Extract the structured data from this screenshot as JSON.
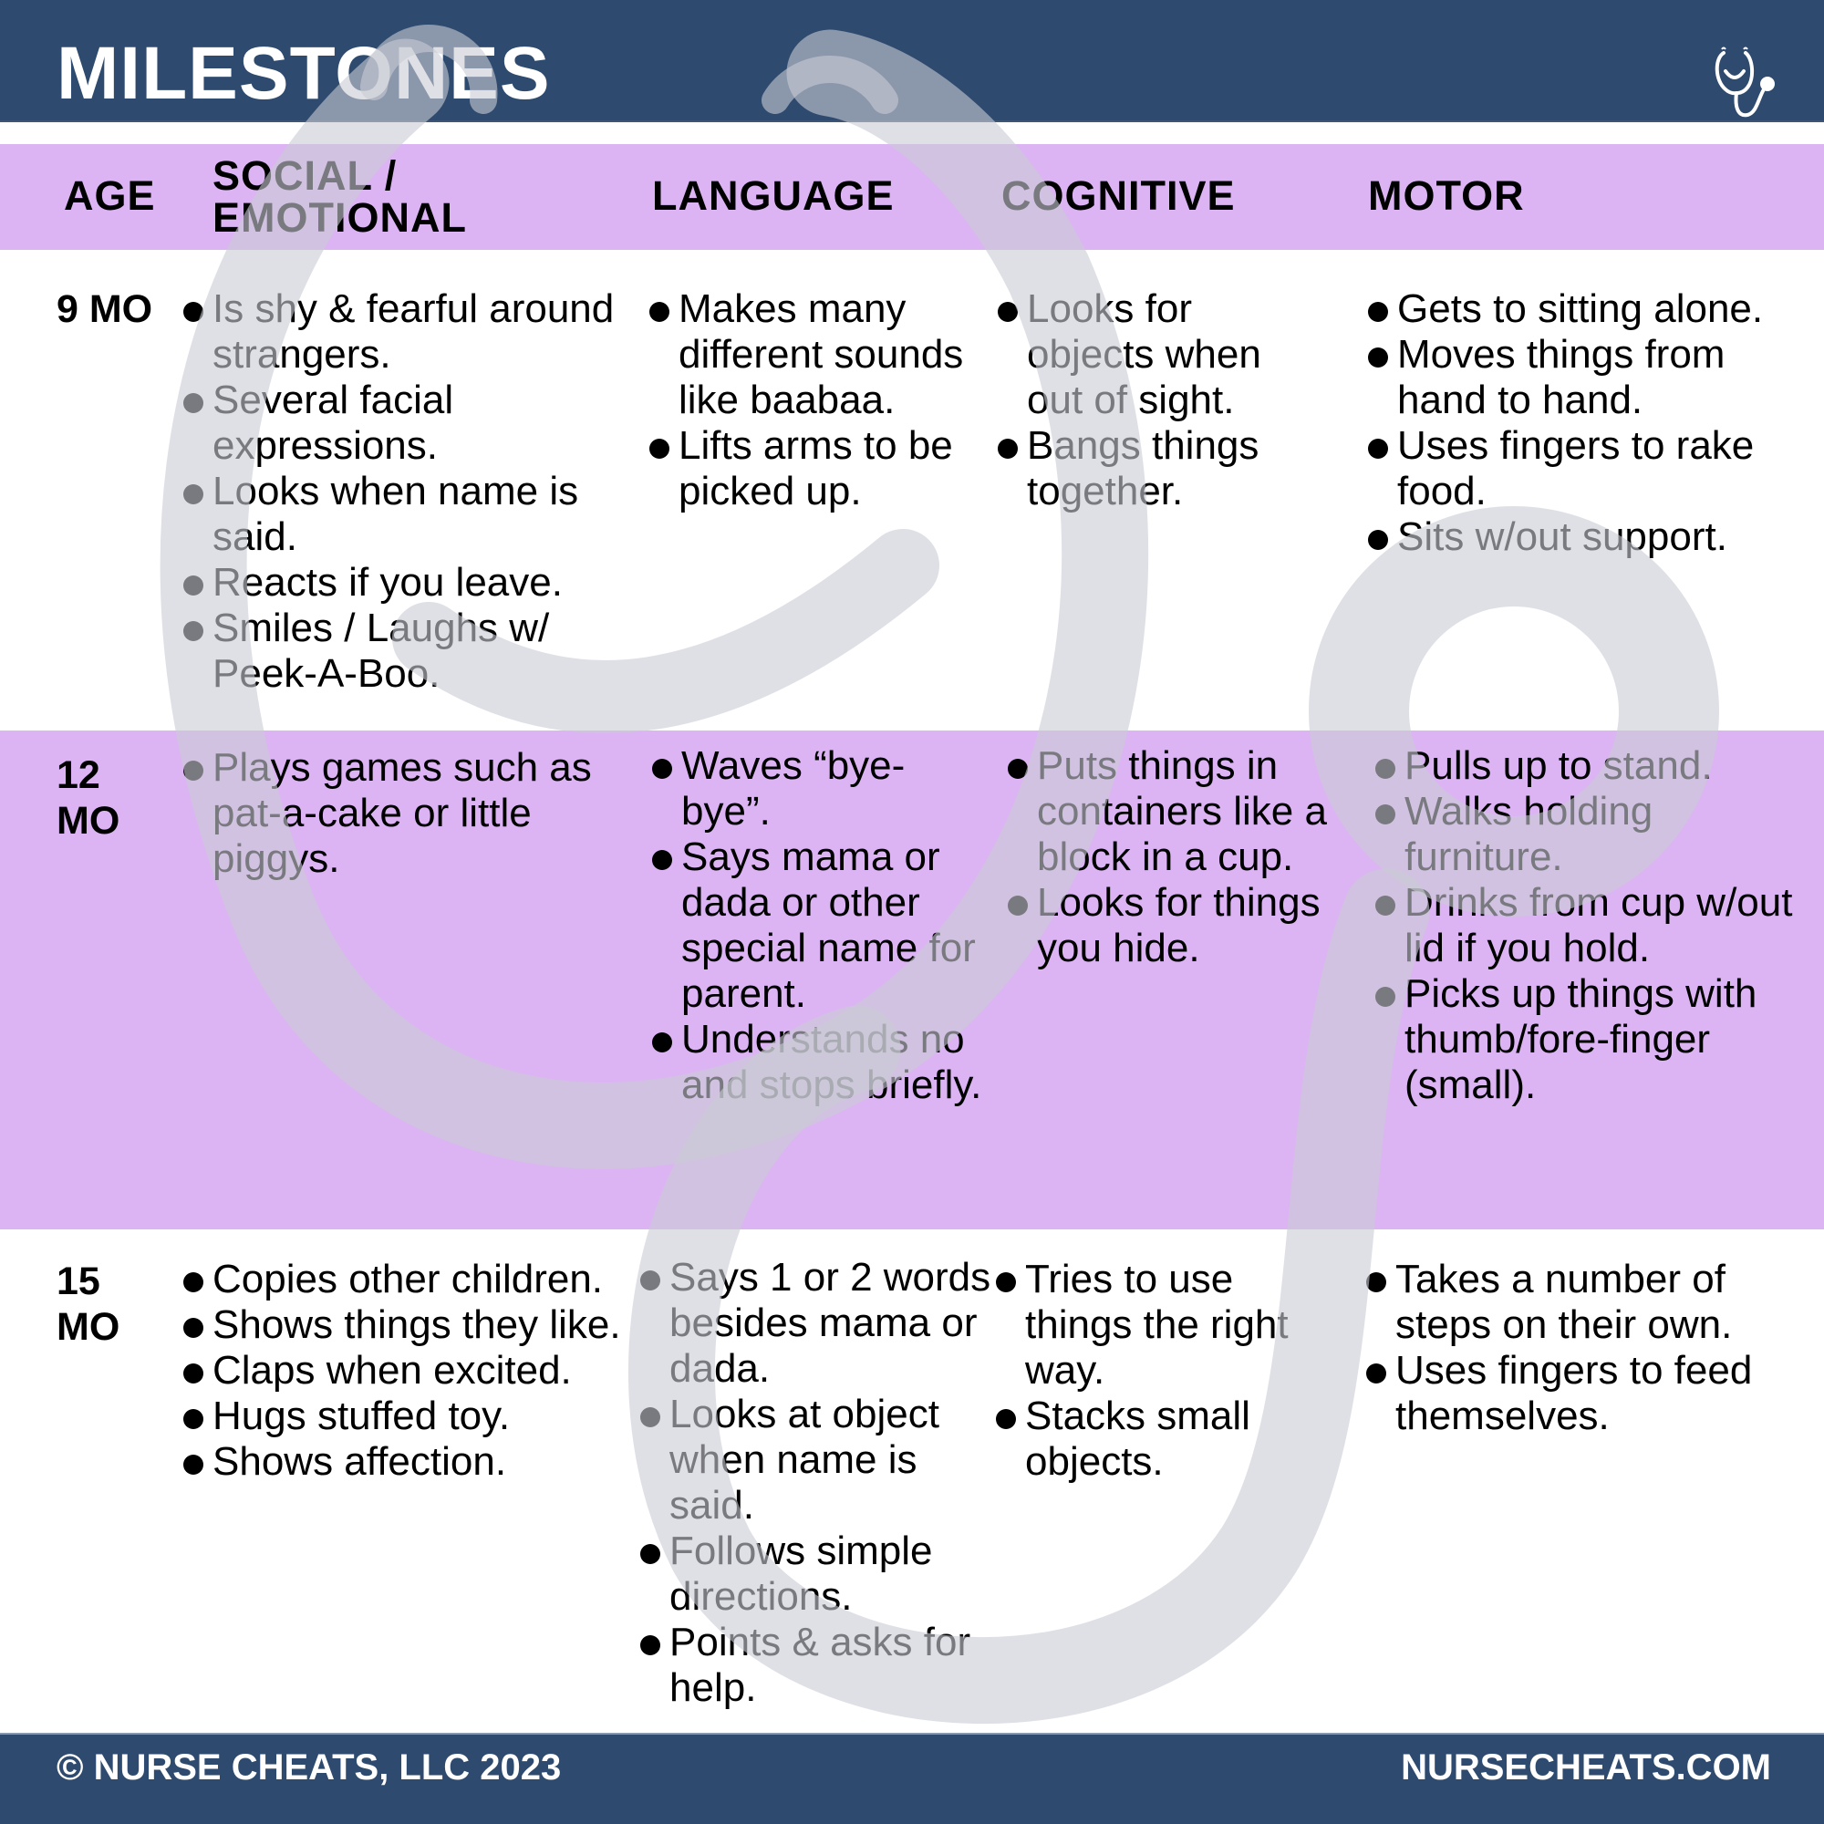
{
  "header": {
    "title": "MILESTONES",
    "logo_icon": "stethoscope-smile-icon"
  },
  "columns": {
    "age": "AGE",
    "social_line1": "SOCIAL /",
    "social_line2": "EMOTIONAL",
    "language": "LANGUAGE",
    "cognitive": "COGNITIVE",
    "motor": "MOTOR"
  },
  "rows": [
    {
      "age_line1": "9 MO",
      "age_line2": "",
      "social": [
        "Is shy & fearful around strangers.",
        "Several facial expressions.",
        "Looks when name is said.",
        "Reacts if you leave.",
        "Smiles / Laughs w/ Peek-A-Boo."
      ],
      "language": [
        "Makes many different sounds like baabaa.",
        "Lifts arms to be picked up."
      ],
      "cognitive": [
        "Looks for objects when out of sight.",
        "Bangs things together."
      ],
      "motor": [
        "Gets to sitting alone.",
        "Moves things from hand to hand.",
        "Uses fingers to rake food.",
        "Sits w/out support."
      ]
    },
    {
      "age_line1": "12",
      "age_line2": "MO",
      "social": [
        "Plays games such as pat-a-cake or little piggys."
      ],
      "language": [
        "Waves “bye-bye”.",
        "Says mama or dada or other special name for parent.",
        "Understands no and stops briefly."
      ],
      "cognitive": [
        "Puts things in containers like a block in a cup.",
        "Looks for things you hide."
      ],
      "motor": [
        "Pulls up to stand.",
        "Walks holding furniture.",
        "Drinks from cup w/out lid if you hold.",
        "Picks up things with thumb/fore-finger (small)."
      ]
    },
    {
      "age_line1": "15",
      "age_line2": "MO",
      "social": [
        "Copies other children.",
        "Shows things they like.",
        "Claps when excited.",
        "Hugs stuffed toy.",
        "Shows affection."
      ],
      "language": [
        "Says 1 or 2 words besides mama or dada.",
        "Looks at object when name is said.",
        "Follows simple directions.",
        "Points & asks for help."
      ],
      "cognitive": [
        "Tries to use things the right way.",
        "Stacks small objects."
      ],
      "motor": [
        "Takes a number of steps on their own.",
        "Uses fingers to feed themselves."
      ]
    }
  ],
  "footer": {
    "copyright": "© NURSE CHEATS, LLC 2023",
    "website": "NURSECHEATS.COM"
  },
  "colors": {
    "navy": "#2e4a6e",
    "lavender": "#dcb4f4",
    "watermark": "#c9ccd4"
  }
}
